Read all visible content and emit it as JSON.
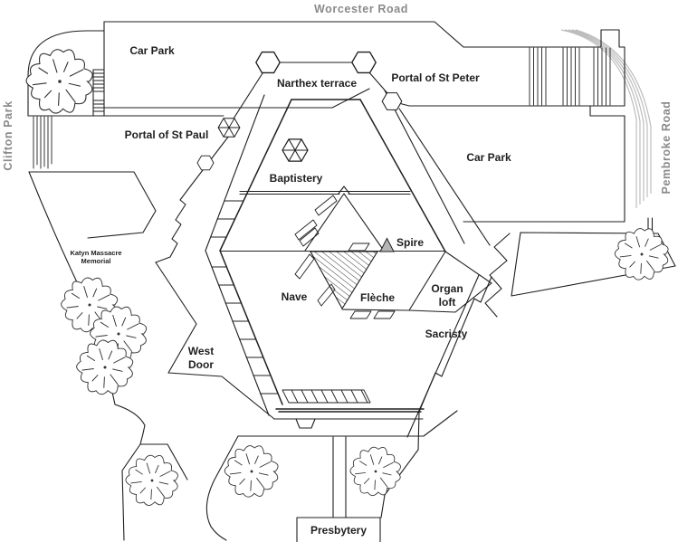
{
  "roads": {
    "worcester_road": "Worcester Road",
    "clifton_park": "Clifton Park",
    "pembroke_road": "Pembroke Road"
  },
  "labels": {
    "car_park_north": "Car Park",
    "car_park_east": "Car Park",
    "portal_st_peter": "Portal of St Peter",
    "portal_st_paul": "Portal of St Paul",
    "narthex_terrace": "Narthex terrace",
    "baptistery": "Baptistery",
    "nave": "Nave",
    "spire": "Spire",
    "fleche": "Flèche",
    "organ_loft_line1": "Organ",
    "organ_loft_line2": "loft",
    "sacristy": "Sacristy",
    "west_door_line1": "West",
    "west_door_line2": "Door",
    "katyn_line1": "Katyn Massacre",
    "katyn_line2": "Memorial",
    "presbytery": "Presbytery"
  },
  "colors": {
    "line": "#1f1f1f",
    "road_text": "#8a8a8a",
    "road_hatch": "#bdbdbd",
    "spire_fill": "#b5b5b5",
    "background": "#ffffff"
  }
}
